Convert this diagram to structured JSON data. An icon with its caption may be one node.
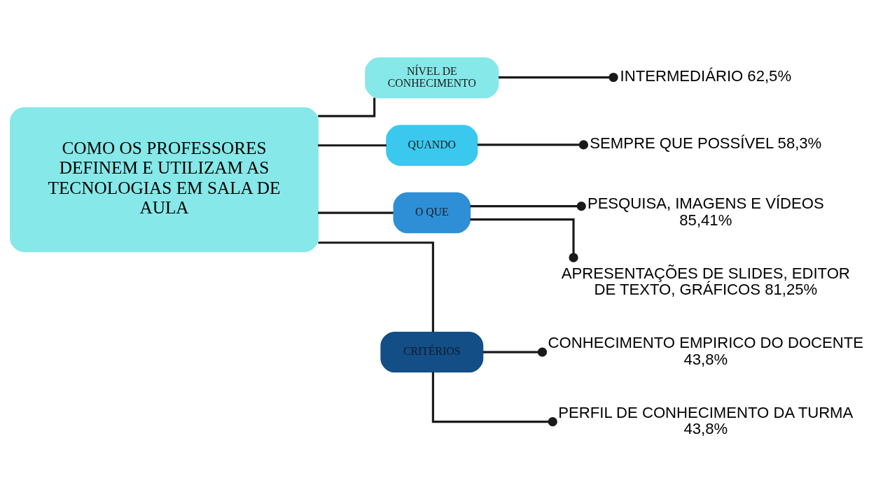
{
  "diagram": {
    "nodes": [
      {
        "text": [
          "COMO OS PROFESSORES DEFINEM E UTILIZAM AS TECNOLOGIAS EM SALA DE AULA"
        ]
      },
      {
        "text": [
          "NÍVEL DE CONHECIMENTO"
        ]
      },
      {
        "text": [
          "INTERMEDIÁRIO 62,5%"
        ]
      },
      {
        "text": [
          "QUANDO"
        ]
      },
      {
        "text": [
          "SEMPRE QUE POSSÍVEL 58,3%"
        ]
      },
      {
        "text": [
          "O QUE"
        ]
      },
      {
        "text": [
          "PESQUISA, IMAGENS E VÍDEOS 85,41%"
        ]
      },
      {
        "text": [
          "APRESENTAÇÕES DE SLIDES, EDITOR DE TEXTO, GRÁFICOS 81,25%"
        ]
      },
      {
        "text": [
          "CRITÉRIOS"
        ]
      },
      {
        "text": [
          "CONHECIMENTO EMPIRICO DO DOCENTE   43,8%"
        ]
      },
      {
        "text": [
          "PERFIL DE CONHECIMENTO DA TURMA 43,8%"
        ]
      }
    ],
    "edges": [
      {
        "from": 0,
        "to": 1,
        "arrow": "none"
      },
      {
        "from": 0,
        "to": 3,
        "arrow": "none"
      },
      {
        "from": 0,
        "to": 5,
        "arrow": "none"
      },
      {
        "from": 0,
        "to": 8,
        "arrow": "none"
      },
      {
        "from": 1,
        "to": 2,
        "arrow": "other"
      },
      {
        "from": 3,
        "to": 4,
        "arrow": "other"
      },
      {
        "from": 5,
        "to": 6,
        "arrow": "other"
      },
      {
        "from": 5,
        "to": 7,
        "arrow": "other"
      },
      {
        "from": 8,
        "to": 9,
        "arrow": "other"
      },
      {
        "from": 8,
        "to": 10,
        "arrow": "other"
      }
    ]
  }
}
